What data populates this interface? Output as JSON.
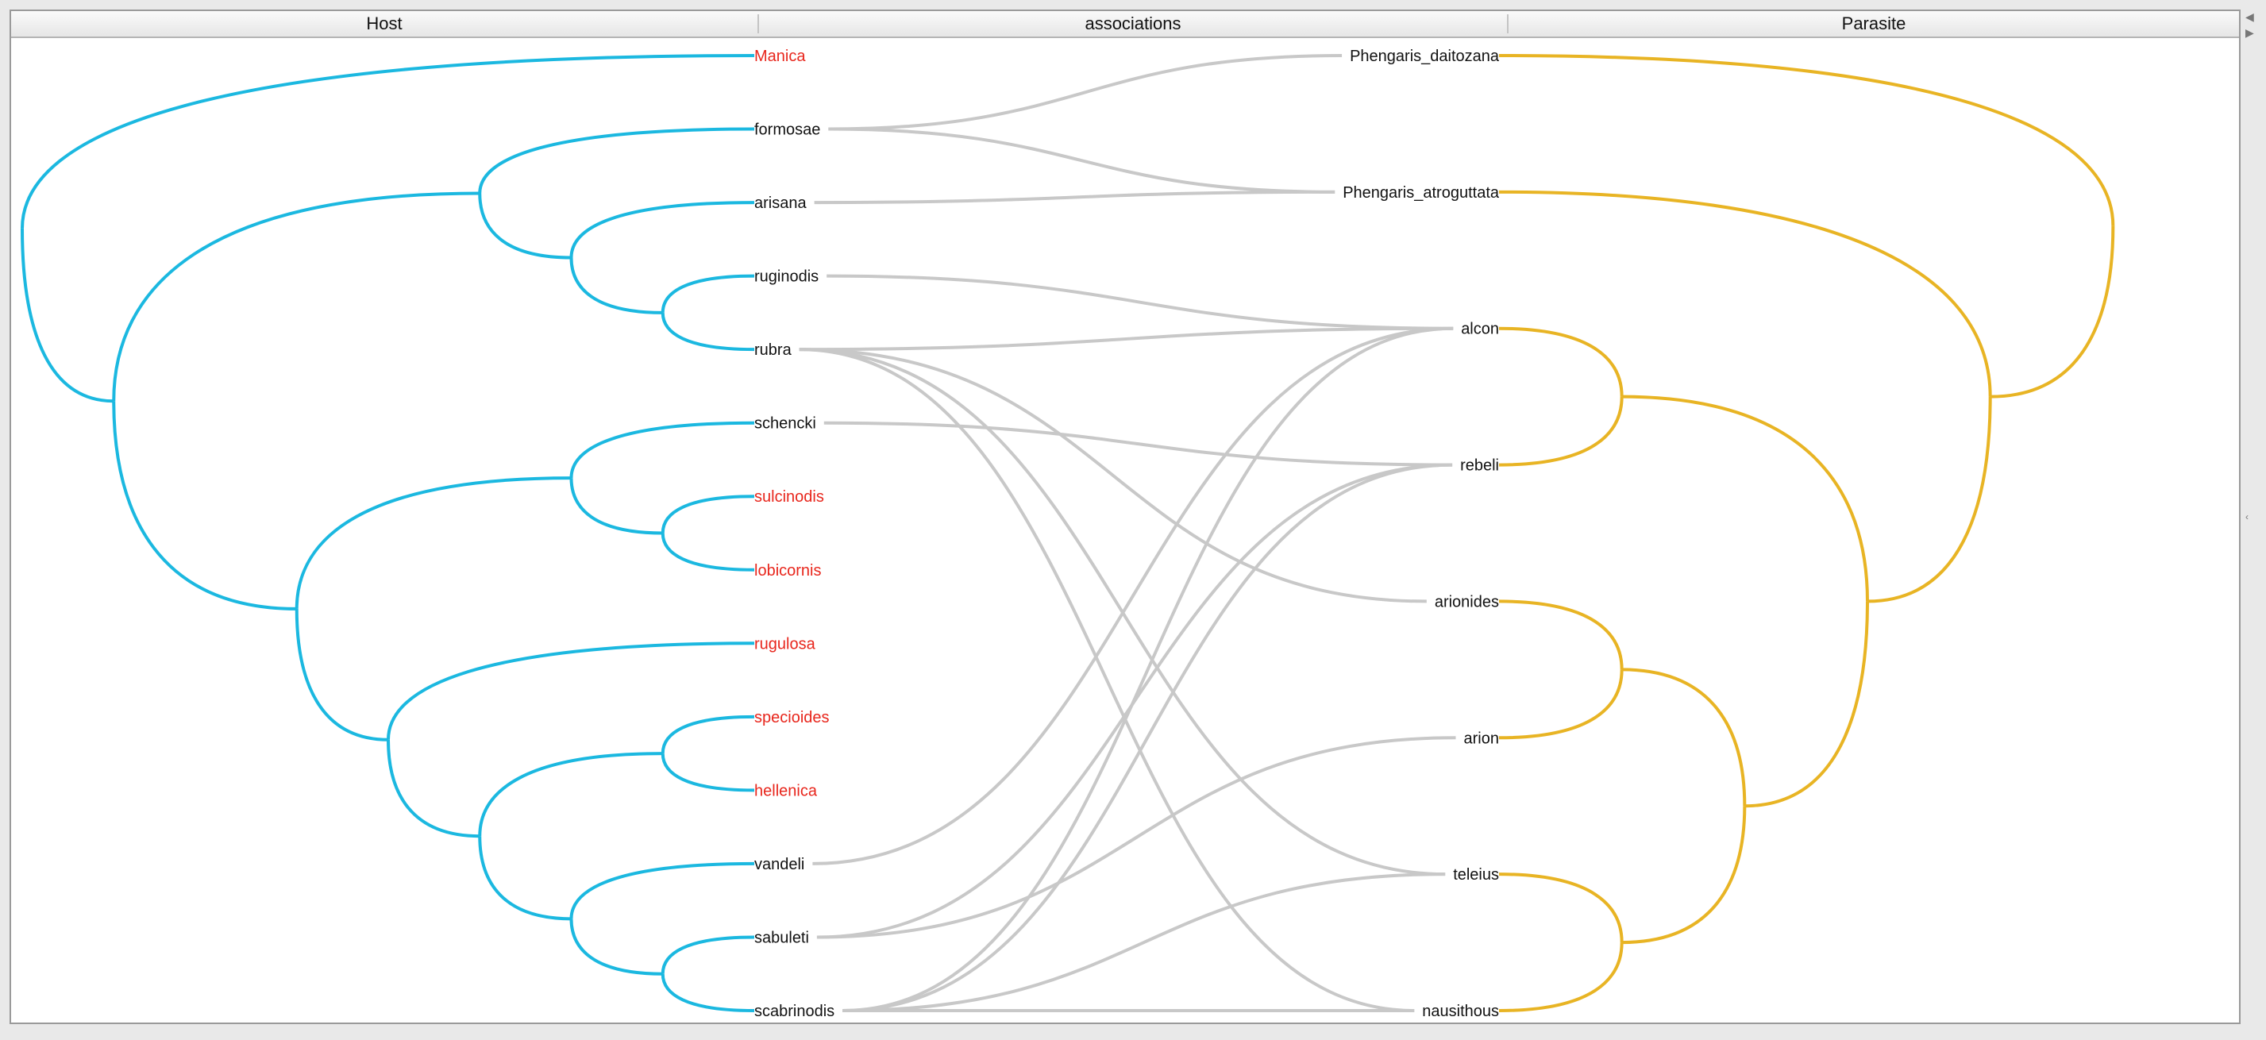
{
  "header": {
    "host": "Host",
    "associations": "associations",
    "parasite": "Parasite"
  },
  "colors": {
    "host_tree": "#1bb8e0",
    "parasite_tree": "#e8b424",
    "links": "#c8c8c8",
    "highlight": "#e8261c",
    "text": "#111111"
  },
  "host_leaves": [
    {
      "name": "Manica",
      "highlight": true
    },
    {
      "name": "formosae",
      "highlight": false
    },
    {
      "name": "arisana",
      "highlight": false
    },
    {
      "name": "ruginodis",
      "highlight": false
    },
    {
      "name": "rubra",
      "highlight": false
    },
    {
      "name": "schencki",
      "highlight": false
    },
    {
      "name": "sulcinodis",
      "highlight": true
    },
    {
      "name": "lobicornis",
      "highlight": true
    },
    {
      "name": "rugulosa",
      "highlight": true
    },
    {
      "name": "specioides",
      "highlight": true
    },
    {
      "name": "hellenica",
      "highlight": true
    },
    {
      "name": "vandeli",
      "highlight": false
    },
    {
      "name": "sabuleti",
      "highlight": false
    },
    {
      "name": "scabrinodis",
      "highlight": false
    }
  ],
  "parasite_leaves": [
    {
      "name": "Phengaris_daitozana"
    },
    {
      "name": "Phengaris_atroguttata"
    },
    {
      "name": "alcon"
    },
    {
      "name": "rebeli"
    },
    {
      "name": "arionides"
    },
    {
      "name": "arion"
    },
    {
      "name": "teleius"
    },
    {
      "name": "nausithous"
    }
  ],
  "associations": [
    [
      "formosae",
      "Phengaris_daitozana"
    ],
    [
      "formosae",
      "Phengaris_atroguttata"
    ],
    [
      "arisana",
      "Phengaris_atroguttata"
    ],
    [
      "ruginodis",
      "alcon"
    ],
    [
      "rubra",
      "alcon"
    ],
    [
      "rubra",
      "arionides"
    ],
    [
      "rubra",
      "teleius"
    ],
    [
      "rubra",
      "nausithous"
    ],
    [
      "schencki",
      "rebeli"
    ],
    [
      "vandeli",
      "alcon"
    ],
    [
      "sabuleti",
      "rebeli"
    ],
    [
      "sabuleti",
      "arion"
    ],
    [
      "scabrinodis",
      "alcon"
    ],
    [
      "scabrinodis",
      "rebeli"
    ],
    [
      "scabrinodis",
      "teleius"
    ],
    [
      "scabrinodis",
      "nausithous"
    ]
  ],
  "host_tree": [
    "Manica",
    [
      [
        [
          "formosae",
          [
            "arisana",
            [
              "ruginodis",
              "rubra"
            ]
          ]
        ]
      ],
      [
        [
          [
            "schencki",
            [
              "sulcinodis",
              "lobicornis"
            ]
          ],
          [
            "rugulosa",
            [
              [
                "specioides",
                "hellenica"
              ],
              [
                "vandeli",
                [
                  "sabuleti",
                  "scabrinodis"
                ]
              ]
            ]
          ]
        ]
      ]
    ]
  ],
  "parasite_tree": [
    [
      "Phengaris_daitozana",
      [
        "Phengaris_atroguttata",
        [
          [
            "alcon",
            "rebeli"
          ],
          [
            [
              "arionides",
              "arion"
            ],
            [
              "teleius",
              "nausithous"
            ]
          ]
        ]
      ]
    ]
  ]
}
